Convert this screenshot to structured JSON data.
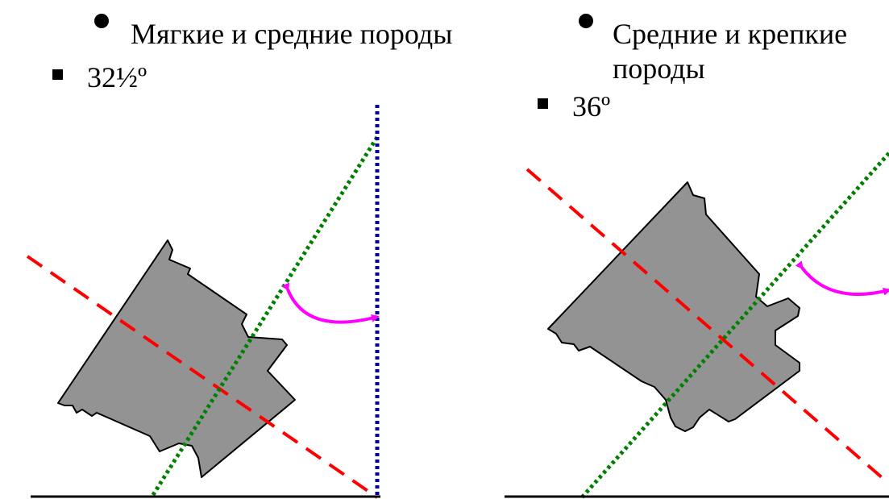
{
  "left": {
    "heading": "Мягкие и средние породы",
    "angle": "32½º"
  },
  "right": {
    "heading_line1": "Средние и крепкие",
    "heading_line2": "породы",
    "angle": "36º"
  },
  "colors": {
    "body_fill": "#939393",
    "axis_dash": "#ff0000",
    "axis_dot": "#008000",
    "vertical_dot": "#00009a",
    "arrow": "#ff00ff",
    "ground": "#000000"
  },
  "icons": [
    "bullet-dot-icon",
    "bullet-square-icon",
    "curved-double-arrow-icon"
  ]
}
